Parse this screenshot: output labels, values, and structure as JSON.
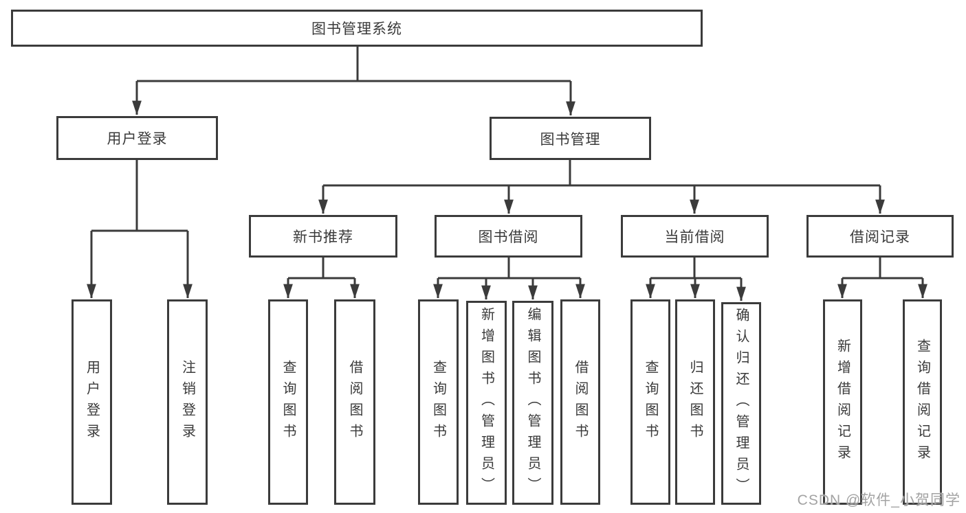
{
  "diagram": {
    "root": {
      "label": "图书管理系统"
    },
    "branches": [
      {
        "label": "用户登录",
        "children": [
          {
            "label": "用户登录"
          },
          {
            "label": "注销登录"
          }
        ]
      },
      {
        "label": "图书管理",
        "children": [
          {
            "label": "新书推荐",
            "children": [
              {
                "label": "查询图书"
              },
              {
                "label": "借阅图书"
              }
            ]
          },
          {
            "label": "图书借阅",
            "children": [
              {
                "label": "查询图书"
              },
              {
                "label": "新增图书（管理员）"
              },
              {
                "label": "编辑图书（管理员）"
              },
              {
                "label": "借阅图书"
              }
            ]
          },
          {
            "label": "当前借阅",
            "children": [
              {
                "label": "查询图书"
              },
              {
                "label": "归还图书"
              },
              {
                "label": "确认归还（管理员）"
              }
            ]
          },
          {
            "label": "借阅记录",
            "children": [
              {
                "label": "新增借阅记录"
              },
              {
                "label": "查询借阅记录"
              }
            ]
          }
        ]
      }
    ]
  },
  "watermark": "CSDN @软件_小贺同学",
  "colors": {
    "line": "#3b3b3b",
    "text": "#3a3a3a",
    "box_background": "#ffffff",
    "page_background": "#ffffff",
    "watermark": "#a3a3a3"
  }
}
